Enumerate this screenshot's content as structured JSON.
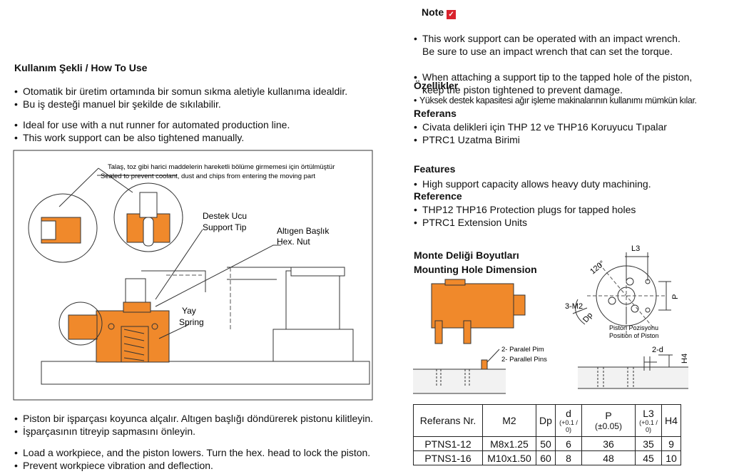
{
  "how_to_use": {
    "title": "Kullanım Şekli / How To Use",
    "tr_items": [
      "Otomatik bir üretim ortamında bir somun sıkma aletiyle kullanıma idealdir.",
      "Bu iş desteği manuel bir şekilde de sıkılabilir."
    ],
    "en_items": [
      "Ideal for use with a nut runner for automated production line.",
      "This work support can be also tightened manually."
    ]
  },
  "diagram": {
    "seal_tr": "Talaş, toz gibi harici maddelerin hareketli bölüme girmemesi için örtülmüştür",
    "seal_en": "Sealed to prevent coolant, dust and chips from entering the moving part",
    "support_tip_tr": "Destek Ucu",
    "support_tip_en": "Support Tip",
    "hex_nut_tr": "Altıgen Başlık",
    "hex_nut_en": "Hex. Nut",
    "spring_tr": "Yay",
    "spring_en": "Spring"
  },
  "bottom": {
    "tr_items": [
      "Piston bir işparçası koyunca alçalır. Altıgen başlığı döndürerek pistonu kilitleyin.",
      "İşparçasının titreyip sapmasını önleyin."
    ],
    "en_items": [
      "Load a workpiece, and the piston lowers. Turn the hex. head to lock the piston.",
      "Prevent workpiece vibration and deflection."
    ]
  },
  "note": {
    "title": "Note",
    "items": [
      "This work support can be operated with an impact wrench.\nBe sure to use an impact wrench that can set the torque.",
      "When attaching a support tip to the tapped hole of the piston,\nkeep the piston tightened to prevent damage."
    ]
  },
  "features_tr": {
    "title": "Özellikler",
    "items": [
      "Yüksek destek kapasitesi ağır işleme makinalarının kullanımı mümkün kılar."
    ],
    "ref_title": "Referans",
    "ref_items": [
      "Civata delikleri için THP 12 ve THP16 Koruyucu Tıpalar",
      "PTRC1 Uzatma Birimi"
    ]
  },
  "features_en": {
    "title": "Features",
    "items": [
      "High support capacity allows heavy duty machining."
    ],
    "ref_title": "Reference",
    "ref_items": [
      "THP12 THP16 Protection plugs for tapped holes",
      "PTRC1 Extension Units"
    ]
  },
  "mounting": {
    "title_tr": "Monte Deliği Boyutları",
    "title_en": "Mounting Hole Dimension",
    "parallel_pin_tr": "2- Paralel Pim",
    "parallel_pin_en": "2- Parallel Pins",
    "piston_pos_tr": "Piston Pozisyonu",
    "piston_pos_en": "Position of Piston",
    "angle": "120°",
    "l3": "L3",
    "m2": "3-M2",
    "dp": "Dp",
    "p": "P",
    "d": "2-d",
    "h4": "H4"
  },
  "table": {
    "headers": [
      "Referans Nr.",
      "M2",
      "Dp",
      "d",
      "P",
      "L3",
      "H4"
    ],
    "header_tols": [
      "",
      "",
      "",
      "(+0.1 / 0)",
      "(±0.05)",
      "(+0.1 / 0)",
      ""
    ],
    "rows": [
      [
        "PTNS1-12",
        "M8x1.25",
        "50",
        "6",
        "36",
        "35",
        "9"
      ],
      [
        "PTNS1-16",
        "M10x1.50",
        "60",
        "8",
        "48",
        "45",
        "10"
      ]
    ]
  },
  "colors": {
    "accent": "#f0892b",
    "note_icon": "#d9232d"
  }
}
